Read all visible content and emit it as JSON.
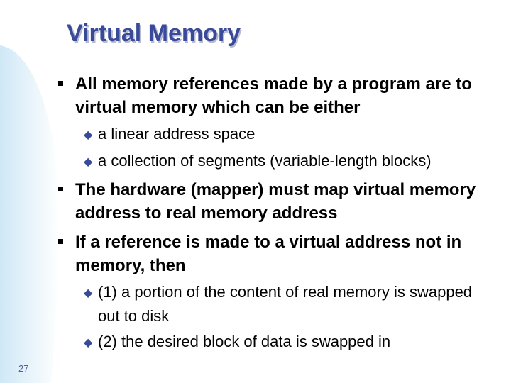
{
  "slide": {
    "title": "Virtual Memory",
    "bullet_marker": "n",
    "sub_bullet_marker": "u",
    "items": [
      {
        "text": "All memory references made by a program are to virtual memory which can be either",
        "subitems": [
          "a linear address space",
          "a collection of segments (variable-length blocks)"
        ]
      },
      {
        "text": "The hardware (mapper) must map virtual memory address to real memory address",
        "subitems": []
      },
      {
        "text": "If a reference is made to a virtual address not in memory, then",
        "subitems": [
          "(1) a portion of the content of real memory is swapped out to disk",
          "(2) the desired block of data is swapped in"
        ]
      }
    ],
    "page_number": "27"
  },
  "colors": {
    "title": "#3a4a9a",
    "swoosh": "#d6ecf8",
    "sub_bullet": "#3a4a9a"
  }
}
